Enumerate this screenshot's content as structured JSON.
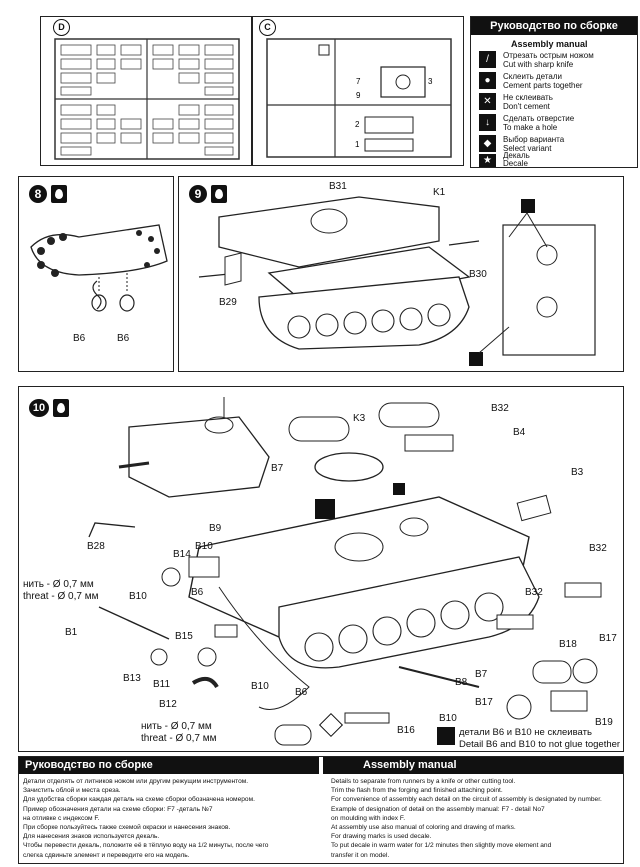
{
  "sprues": {
    "sprue_d": "D",
    "sprue_c": "C"
  },
  "legend": {
    "title": "Руководство по сборке",
    "subtitle": "Assembly manual",
    "items": [
      {
        "icon": "knife-icon",
        "ru": "Отрезать острым ножом",
        "en": "Cut with sharp knife"
      },
      {
        "icon": "glue-drop-icon",
        "ru": "Склеить детали",
        "en": "Cement parts together"
      },
      {
        "icon": "no-glue-icon",
        "ru": "Не склеивать",
        "en": "Don't cement"
      },
      {
        "icon": "drill-icon",
        "ru": "Сделать отверстие",
        "en": "To make a hole"
      },
      {
        "icon": "variant-icon",
        "ru": "Выбор варианта",
        "en": "Select variant"
      },
      {
        "icon": "decal-icon",
        "ru": "Декаль",
        "en": "Decale"
      }
    ]
  },
  "step8": {
    "number": "8",
    "part_left": "B6",
    "part_right": "B6"
  },
  "step9": {
    "number": "9",
    "parts": {
      "b31": "B31",
      "k1": "K1",
      "b30": "B30",
      "b29": "B29"
    }
  },
  "step10": {
    "number": "10",
    "parts": {
      "b32a": "B32",
      "k3": "K3",
      "b4": "B4",
      "b3": "B3",
      "b7a": "B7",
      "b9": "B9",
      "b10a": "B10",
      "b14": "B14",
      "b28": "B28",
      "b10b": "B10",
      "b6a": "B6",
      "b1": "B1",
      "b15": "B15",
      "b13": "B13",
      "b11": "B11",
      "b12": "B12",
      "b32b": "B32",
      "b32c": "B32",
      "b18": "B18",
      "b17a": "B17",
      "b7b": "B7",
      "b8": "B8",
      "b17b": "B17",
      "b19": "B19",
      "b10c": "B10",
      "b6b": "B6",
      "b16": "B16",
      "b10d": "B10"
    },
    "thread1_ru": "нить - Ø 0,7 мм",
    "thread1_en": "threat - Ø 0,7 мм",
    "thread2_ru": "нить - Ø 0,7 мм",
    "thread2_en": "threat - Ø 0,7 мм",
    "note_ru": "детали B6 и B10 не склеивать",
    "note_en": "Detail B6 and B10 to not glue together"
  },
  "bottom": {
    "title_ru": "Руководство по сборке",
    "title_en": "Assembly manual",
    "ru_lines": [
      "Детали отделять от литников ножом или другим режущим инструментом.",
      "Зачистить облой и места среза.",
      "Для удобства сборки каждая деталь на схеме сборки обозначена номером.",
      "Пример обозначения детали на схеме сборки:  F7  -деталь №7",
      "на отливке с индексом F.",
      "При сборке пользуйтесь также схемой окраски и нанесения знаков.",
      "Для нанесения знаков используется декаль.",
      "Чтобы перевести декаль, положите её в тёплую воду на 1/2  минуты,  после чего",
      "слегка сдвиньте элемент и переведите его на модель."
    ],
    "en_lines": [
      "Details to  separate from runners  by  a  knife  or other cutting tool.",
      "Trim the flash  from the forging and finished attaching point.",
      "For convenience of assembly  each  detail on the circuit of assembly is designated  by  number.",
      "Example of designation of detail on the assembly manual:  F7  - detail No7",
      "on moulding  with  index F.",
      "At assembly use also  manual of coloring and drawing of marks.",
      "For drawing marks is used decale.",
      "To put decale in warm water for 1/2 minutes then slightly  move element and",
      "transfer it on model."
    ]
  }
}
